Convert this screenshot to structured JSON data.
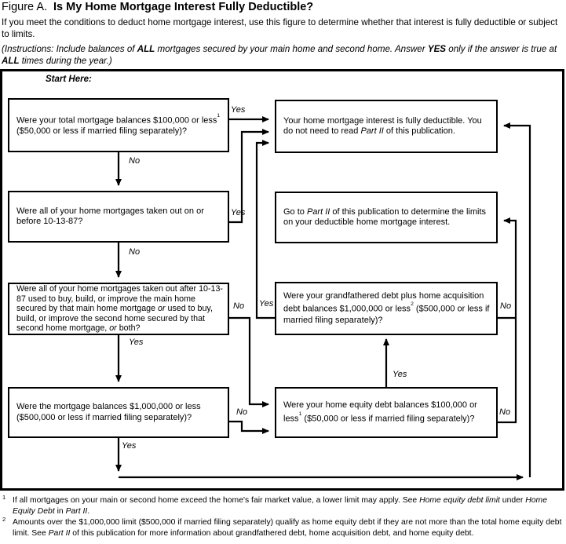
{
  "header": {
    "figure_label": "Figure A.",
    "title": "Is My Home Mortgage Interest Fully Deductible?",
    "intro": "If you meet the conditions to deduct home mortgage interest, use this figure to determine whether that interest is fully deductible or subject to limits.",
    "instructions": [
      {
        "t": "(Instructions: Include balances of ",
        "i": true
      },
      {
        "t": "ALL",
        "i": true,
        "b": true
      },
      {
        "t": " mortgages secured by your main home and second home. Answer ",
        "i": true
      },
      {
        "t": "YES",
        "i": true,
        "b": true
      },
      {
        "t": " only if the answer is true at ",
        "i": true
      },
      {
        "t": "ALL",
        "i": true,
        "b": true
      },
      {
        "t": " times during the year.)",
        "i": true
      }
    ]
  },
  "flowchart": {
    "start_label": "Start Here:",
    "boxes": {
      "q1": {
        "text": [
          {
            "t": "Were your total mortgage balances $100,000 or less"
          },
          {
            "t": "1",
            "sup": true
          },
          {
            "t": " ($50,000 or less if married filing separately)?"
          }
        ]
      },
      "q2": {
        "text": [
          {
            "t": "Were all of your home mortgages taken out on or before 10-13-87?"
          }
        ]
      },
      "q3": {
        "text": [
          {
            "t": "Were all of your home mortgages taken out after 10-13-87 used to buy, build, or improve the main home secured by that main home mortgage "
          },
          {
            "t": "or",
            "i": true
          },
          {
            "t": " used to buy, build, or improve the second home secured by that second home mortgage, "
          },
          {
            "t": "or",
            "i": true
          },
          {
            "t": " both?"
          }
        ]
      },
      "q4": {
        "text": [
          {
            "t": "Were the mortgage balances $1,000,000 or less ($500,000 or less if married filing separately)?"
          }
        ]
      },
      "fully_deductible": {
        "text": [
          {
            "t": "Your home mortgage interest is fully deductible. You do not need to read "
          },
          {
            "t": "Part II",
            "i": true
          },
          {
            "t": " of this publication."
          }
        ]
      },
      "go_to_part2": {
        "text": [
          {
            "t": "Go to "
          },
          {
            "t": "Part II",
            "i": true
          },
          {
            "t": " of this publication to determine the limits on your deductible home mortgage interest."
          }
        ]
      },
      "grandfathered": {
        "text": [
          {
            "t": "Were your grandfathered debt plus home acquisition debt balances $1,000,000 or less"
          },
          {
            "t": "2",
            "sup": true
          },
          {
            "t": " ($500,000 or less if married filing separately)?"
          }
        ]
      },
      "home_equity": {
        "text": [
          {
            "t": "Were your home equity debt balances $100,000 or less"
          },
          {
            "t": "1",
            "sup": true
          },
          {
            "t": " ($50,000 or less if married filing separately)?"
          }
        ]
      }
    },
    "labels": {
      "q1_yes": "Yes",
      "q1_no": "No",
      "q2_yes": "Yes",
      "q2_no": "No",
      "q3_no": "No",
      "q3_yes": "Yes",
      "q4_no": "No",
      "q4_yes": "Yes",
      "grandfathered_yes": "Yes",
      "grandfathered_no": "No",
      "home_equity_yes": "Yes",
      "home_equity_no": "No"
    }
  },
  "footnotes": [
    {
      "marker": "1",
      "text": [
        {
          "t": "If all mortgages on your main or second home exceed the home's fair market value, a lower limit may apply. See "
        },
        {
          "t": "Home equity debt limit",
          "i": true
        },
        {
          "t": " under "
        },
        {
          "t": "Home Equity Debt",
          "i": true
        },
        {
          "t": " in "
        },
        {
          "t": "Part II",
          "i": true
        },
        {
          "t": "."
        }
      ]
    },
    {
      "marker": "2",
      "text": [
        {
          "t": "Amounts over the $1,000,000 limit ($500,000 if married filing separately) qualify as home equity debt if they are not more than the total home equity debt limit. See "
        },
        {
          "t": "Part II",
          "i": true
        },
        {
          "t": " of this publication for more information about grandfathered debt, home acquisition debt, and home equity debt."
        }
      ]
    }
  ]
}
